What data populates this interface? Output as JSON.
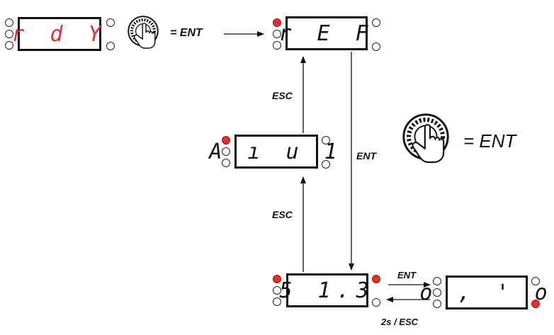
{
  "displays": {
    "rdy": {
      "text": "r d Y"
    },
    "ref": {
      "text": "r E F"
    },
    "aiu1": {
      "text": "A ı u 1"
    },
    "s13": {
      "text": "5 1.3"
    },
    "o1o": {
      "text": "o , ' o"
    }
  },
  "labels": {
    "ent_top": "= ENT",
    "ent_big": "= ENT",
    "esc_upper": "ESC",
    "esc_lower": "ESC",
    "ent_down": "ENT",
    "ent_side": "ENT",
    "esc_side": "2s / ESC"
  },
  "colors": {
    "led_on": "#e8302a",
    "digits_red": "#e4332d"
  },
  "icons": {
    "knob": "jog-dial-with-hand-icon"
  }
}
